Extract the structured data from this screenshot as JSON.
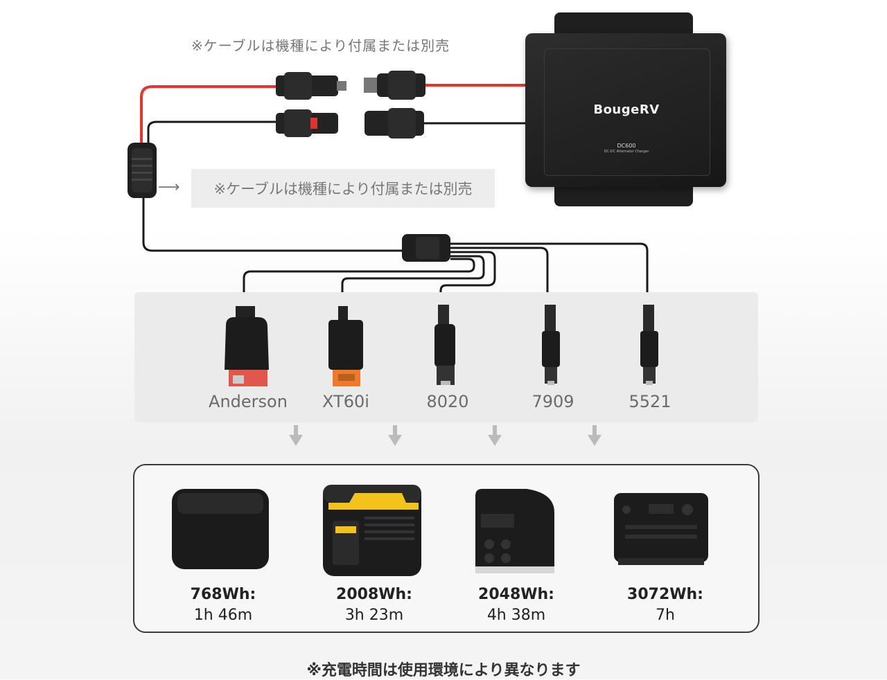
{
  "notes": {
    "cable_note_top": "※ケーブルは機種により付属または別売",
    "cable_note_callout": "※ケーブルは機種により付属または別売",
    "callout_arrow": "⟶",
    "charge_time_note": "※充電時間は使用環境により異なります"
  },
  "device": {
    "brand": "BougeRV",
    "model": "DC600",
    "model_sub": "DC-DC Alternator Charger"
  },
  "connectors": [
    {
      "label": "Anderson"
    },
    {
      "label": "XT60i"
    },
    {
      "label": "8020"
    },
    {
      "label": "7909"
    },
    {
      "label": "5521"
    }
  ],
  "batteries": [
    {
      "capacity": "768Wh:",
      "time": "1h 46m"
    },
    {
      "capacity": "2008Wh:",
      "time": "3h 23m"
    },
    {
      "capacity": "2048Wh:",
      "time": "4h 38m"
    },
    {
      "capacity": "3072Wh:",
      "time": "7h"
    }
  ],
  "colors": {
    "positive_cable": "#e8332f",
    "negative_cable": "#1a1a1a",
    "panel_bg": "#ebebeb",
    "label_gray": "#6b6b6b",
    "anderson_accent": "#e2574c",
    "xt60_accent": "#f07a2b",
    "battery_accent_yellow": "#f3c21b"
  }
}
